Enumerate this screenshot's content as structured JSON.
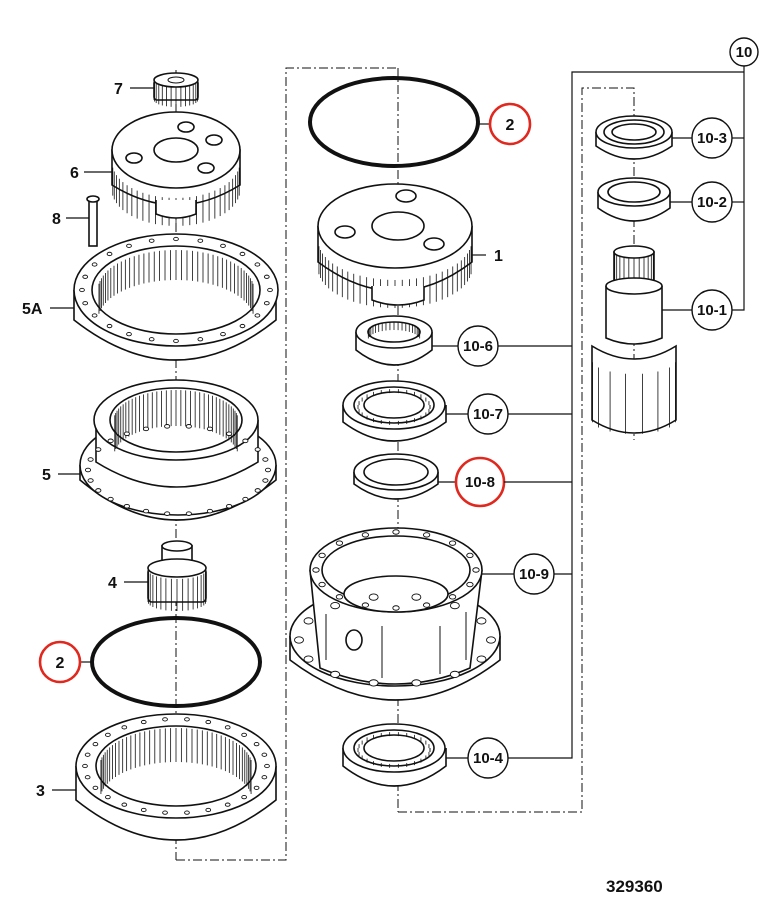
{
  "document_number": "329360",
  "labels": {
    "p7": "7",
    "p6": "6",
    "p8": "8",
    "p5a": "5A",
    "p5": "5",
    "p4": "4",
    "p2_left": "2",
    "p3": "3",
    "p2_right": "2",
    "p1": "1",
    "p10": "10",
    "p10_3": "10-3",
    "p10_2": "10-2",
    "p10_1": "10-1",
    "p10_6": "10-6",
    "p10_7": "10-7",
    "p10_8": "10-8",
    "p10_9": "10-9",
    "p10_4": "10-4"
  },
  "colors": {
    "line": "#111111",
    "highlight": "#e0281e",
    "background": "#ffffff"
  }
}
